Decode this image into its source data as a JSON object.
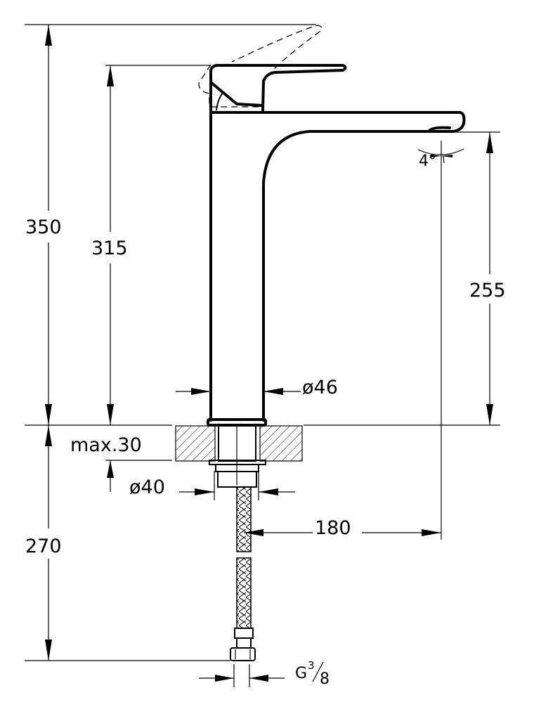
{
  "drawing": {
    "dimensions": {
      "total_height": "350",
      "handle_height": "315",
      "spout_height": "255",
      "below_counter": "270",
      "counter_thickness": "max.30",
      "body_diameter": "ø46",
      "shank_diameter": "ø40",
      "spout_reach": "180",
      "spout_angle": "4°",
      "connection_prefix": "G",
      "connection_num": "3",
      "connection_den": "8"
    },
    "colors": {
      "line": "#000000",
      "background": "#ffffff"
    }
  }
}
